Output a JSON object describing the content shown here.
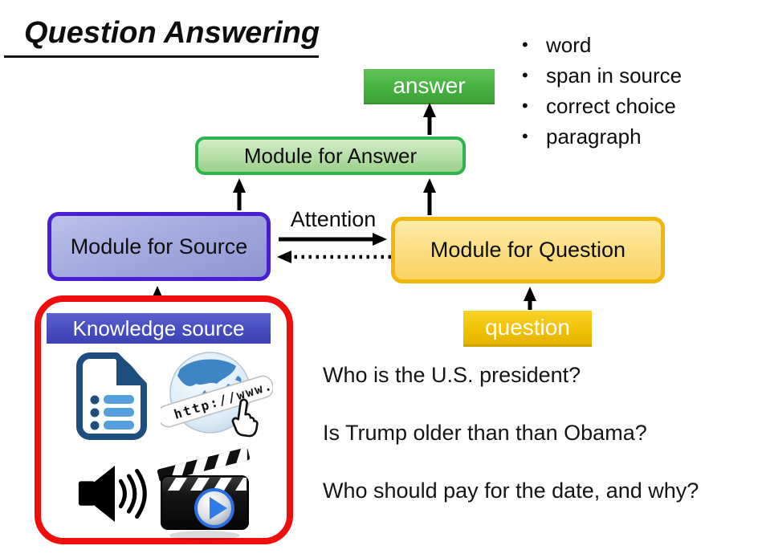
{
  "slide": {
    "title": "Question Answering",
    "answer_types": [
      "word",
      "span in source",
      "correct choice",
      "paragraph"
    ],
    "boxes": {
      "answer_label": "answer",
      "module_answer_label": "Module for Answer",
      "module_source_label": "Module for Source",
      "module_question_label": "Module for Question",
      "question_label": "question",
      "knowledge_source_label": "Knowledge source"
    },
    "attention_label": "Attention",
    "example_questions": [
      "Who is the U.S. president?",
      "Is Trump older than than Obama?",
      "Who should pay for the date, and why?"
    ],
    "web_icon_text": "http://www.",
    "icons": [
      "document-icon",
      "web-icon",
      "audio-icon",
      "video-icon"
    ],
    "colors": {
      "answer_green": "#46b23f",
      "module_answer_fill": "#b4dda6",
      "module_answer_border": "#2db44e",
      "module_source_fill": "#a4abdf",
      "module_source_border": "#4a1fd4",
      "module_question_fill": "#fbdd7f",
      "module_question_border": "#f2b60a",
      "question_yellow": "#f0c105",
      "knowledge_bar_blue": "#464dc0",
      "highlight_red": "#ee0e0e",
      "arrow_black": "#000000"
    }
  }
}
